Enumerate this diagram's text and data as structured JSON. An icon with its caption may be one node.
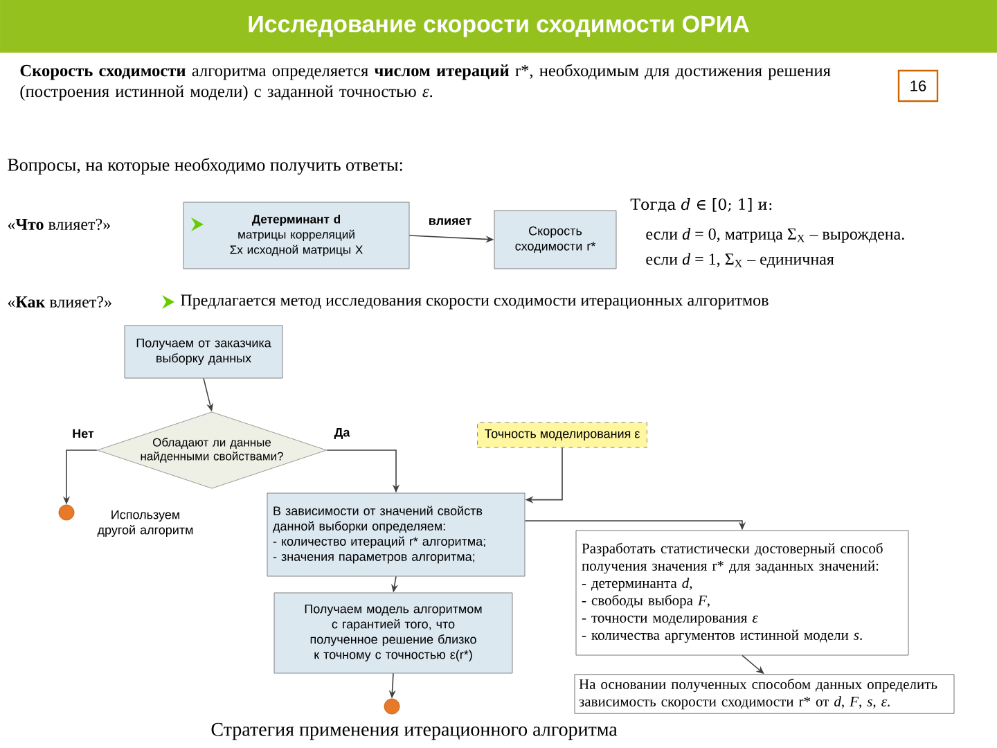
{
  "diagram": {
    "title": "Исследование скорости сходимости ОРИА",
    "caption": "Стратегия применения итерационного алгоритма",
    "nodes": [
      {
        "text": [
          "16"
        ]
      },
      {
        "text": [
          "Детерминант d",
          "матрицы корреляций Σx исходной матрицы X"
        ]
      },
      {
        "text": [
          "Скорость сходимости r*"
        ]
      },
      {
        "text": [
          "Получаем от заказчика выборку данных"
        ]
      },
      {
        "text": [
          "Обладают ли данные найденными свойствами?"
        ]
      },
      {
        "text": [],
        "shape": "circle",
        "beside": [
          "Используем другой алгоритм"
        ]
      },
      {
        "text": [
          "Точность моделирования ε"
        ]
      },
      {
        "text": [
          "В зависимости от значений свойств данной выборки определяем:",
          "- количество итераций r* алгоритма;",
          "- значения параметров алгоритма;"
        ]
      },
      {
        "text": [
          "Получаем модель алгоритмом с гарантией того, что полученное решение близко к точному с точностью ε(r*)"
        ]
      },
      {
        "text": [],
        "shape": "circle"
      },
      {
        "text": [
          "Разработать статистически достоверный способ получения значения r* для заданных значений:",
          "- детерминанта *d*,",
          "- свободы выбора *F*,",
          "- точности моделирования *ε*",
          "- количества аргументов истинной модели *s*."
        ]
      },
      {
        "text": [
          "На основании полученных способом данных определить зависимость скорости сходимости r* от *d*, *F*, *s*, *ε*."
        ]
      }
    ],
    "edges": [
      {
        "from": 1,
        "to": 2,
        "arrow": "to",
        "label": "влияет"
      },
      {
        "from": 3,
        "to": 4,
        "arrow": "to"
      },
      {
        "from": 4,
        "to": 5,
        "arrow": "to",
        "label": "Нет"
      },
      {
        "from": 4,
        "to": 7,
        "arrow": "to",
        "label": "Да"
      },
      {
        "from": 6,
        "to": 7,
        "arrow": "to"
      },
      {
        "from": 7,
        "to": 8,
        "arrow": "to"
      },
      {
        "from": 8,
        "to": 9,
        "arrow": "to"
      },
      {
        "from": 7,
        "to": 10,
        "arrow": "to"
      },
      {
        "from": 10,
        "to": 11,
        "arrow": "to"
      }
    ],
    "labels": [
      "**Скорость сходимости** алгоритма определяется **числом итераций** r*, необходимым для достижения решения (построения истинной модели) с заданной точностью *ε*.",
      "Вопросы, на которые необходимо получить ответы:",
      "«**Что** влияет?»",
      "Тогда *d* ∈ [0; 1] и:",
      "если *d* = 0, матрица Σ$_{X}$ – вырождена.",
      "если *d* = 1, Σ$_{X}$ – единичная",
      "«**Как** влияет?»",
      "Предлагается метод исследования скорости сходимости итерационных алгоритмов"
    ]
  }
}
